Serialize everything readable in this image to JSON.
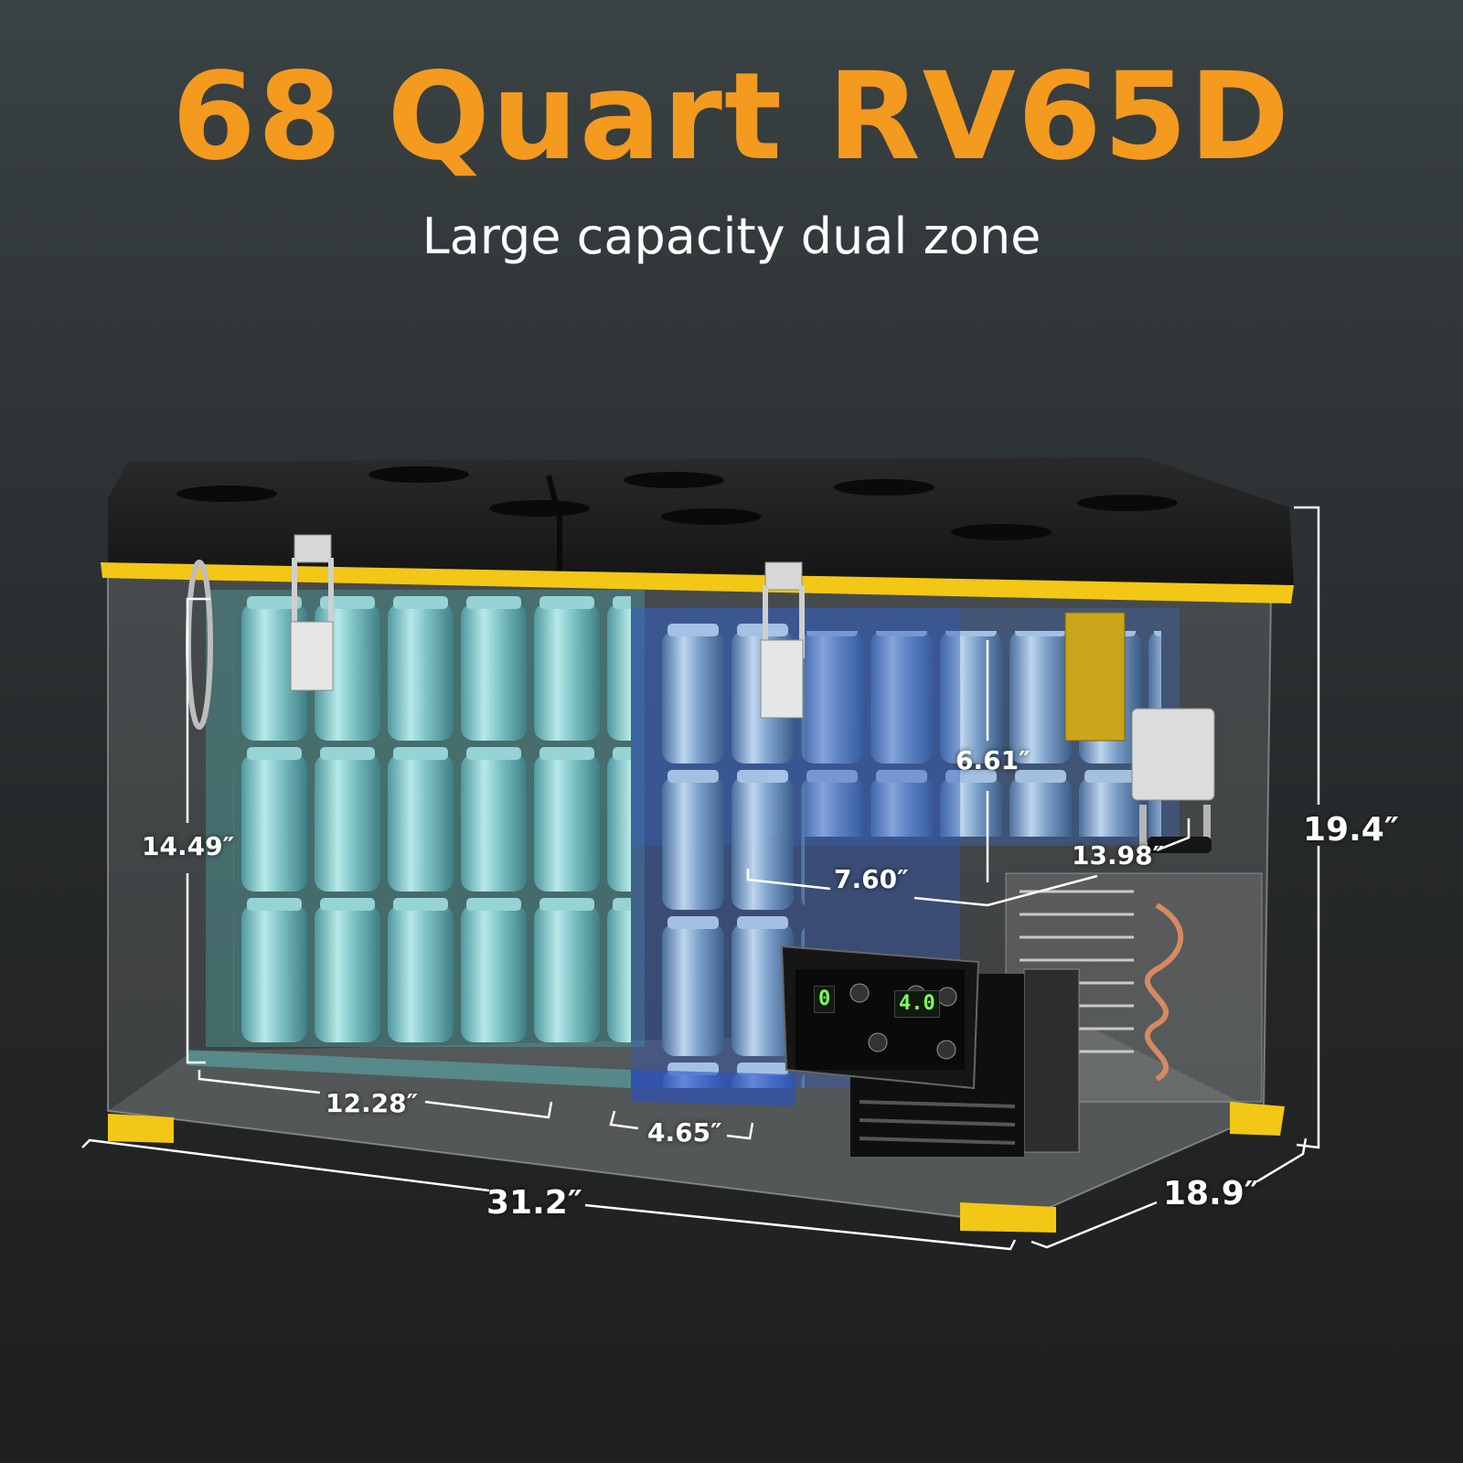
{
  "title": "68 Quart RV65D",
  "subtitle": "Large capacity dual zone",
  "dimensions": {
    "width": "31.2″",
    "depth": "18.9″",
    "height": "19.4″",
    "left_bin_height": "14.49″",
    "left_bin_width": "12.28″",
    "right_lower_width": "4.65″",
    "right_upper_width": "7.60″",
    "right_upper_height": "6.61″",
    "right_depth": "13.98″"
  },
  "control_panel": {
    "left_display": "0",
    "right_display": "4.0"
  },
  "colors": {
    "title": "#f39a1f",
    "trim": "#f2c716",
    "lid": "#1b1b1b"
  }
}
